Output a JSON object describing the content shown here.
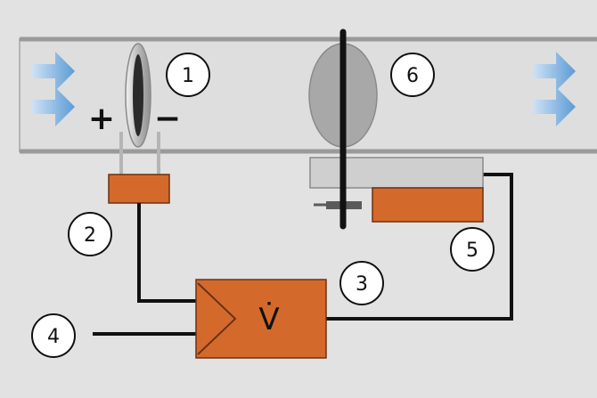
{
  "diagram": {
    "labels": {
      "sensor": "1",
      "transducer": "2",
      "controller": "3",
      "input": "4",
      "actuator": "5",
      "damper": "6"
    },
    "signs": {
      "positive": "+",
      "negative": "−"
    },
    "controller_symbol": "V̇",
    "colors": {
      "background": "#e2e2e2",
      "duct": "#dedede",
      "duct_border": "#9a9a9a",
      "orange": "#d36a2c",
      "orange_dark": "#6e3010",
      "gray_plate": "#cfcfcf",
      "damper_fill": "#a8a8a8",
      "arrow": "#5b9bd5",
      "wire": "#111111"
    }
  }
}
